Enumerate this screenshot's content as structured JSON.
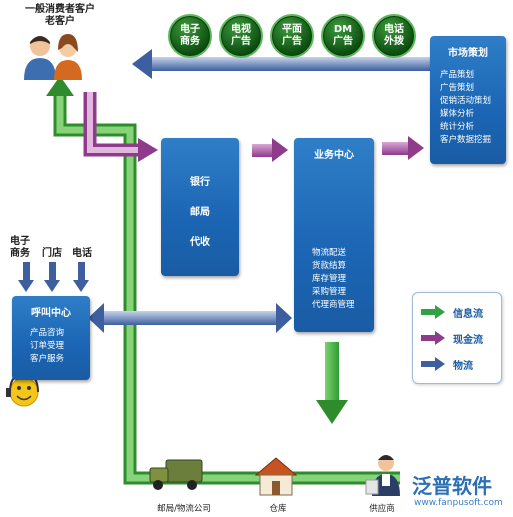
{
  "consumers": {
    "line1": "一般消费者客户",
    "line2": "老客户"
  },
  "channels": [
    {
      "line1": "电子",
      "line2": "商务"
    },
    {
      "line1": "电视",
      "line2": "广告"
    },
    {
      "line1": "平面",
      "line2": "广告"
    },
    {
      "line1": "DM",
      "line2": "广告"
    },
    {
      "line1": "电话",
      "line2": "外拨"
    }
  ],
  "marketing": {
    "title": "市场策划",
    "items": [
      "产品策划",
      "广告策划",
      "促销活动策划",
      "媒体分析",
      "统计分析",
      "客户数据挖掘"
    ]
  },
  "payment": {
    "items": [
      "银行",
      "邮局",
      "代收"
    ]
  },
  "business": {
    "title": "业务中心",
    "items": [
      "物流配送",
      "货款结算",
      "库存管理",
      "采购管理",
      "代理商管理"
    ]
  },
  "sources": {
    "ecommerce_line1": "电子",
    "ecommerce_line2": "商务",
    "store": "门店",
    "phone": "电话"
  },
  "callcenter": {
    "title": "呼叫中心",
    "items": [
      "产品咨询",
      "订单受理",
      "客户服务"
    ]
  },
  "legend": [
    {
      "label": "信息流",
      "color": "#34a046"
    },
    {
      "label": "现金流",
      "color": "#8e3b8c"
    },
    {
      "label": "物流",
      "color": "#3d5f9f"
    }
  ],
  "bottom": {
    "post_logistics": "邮局/物流公司",
    "warehouse": "仓库",
    "supplier": "供应商"
  },
  "brand": {
    "name": "泛普软件",
    "url": "www.fanpusoft.com"
  }
}
